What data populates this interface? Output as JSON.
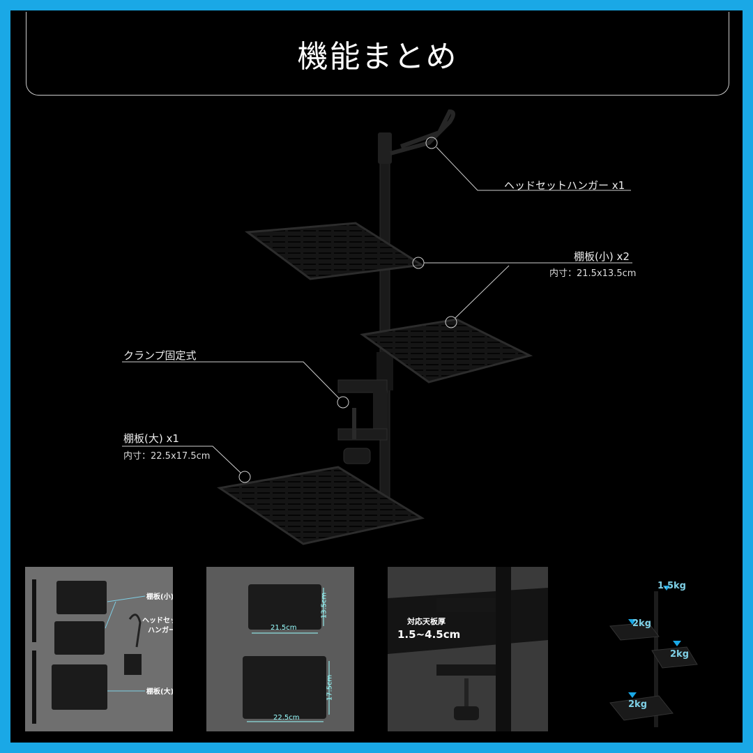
{
  "title": "機能まとめ",
  "callouts": {
    "headset": "ヘッドセットハンガー x1",
    "small_shelf": "棚板(小) x2",
    "small_shelf_dim": "内寸：21.5x13.5cm",
    "clamp": "クランプ固定式",
    "large_shelf": "棚板(大) x1",
    "large_shelf_dim": "内寸：22.5x17.5cm"
  },
  "thumb1": {
    "small": "棚板(小)",
    "hanger_line1": "ヘッドセット",
    "hanger_line2": "ハンガー",
    "large": "棚板(大)"
  },
  "thumb2": {
    "small_w": "21.5cm",
    "small_h": "13.5cm",
    "large_w": "22.5cm",
    "large_h": "17.5cm"
  },
  "thumb3": {
    "label": "対応天板厚",
    "range": "1.5~4.5cm"
  },
  "thumb4": {
    "hanger_load": "1.5kg",
    "shelf1_load": "2kg",
    "shelf2_load": "2kg",
    "shelf3_load": "2kg"
  },
  "colors": {
    "frame": "#1aa8e6",
    "background": "#000000",
    "accent": "#7fd0e6"
  }
}
